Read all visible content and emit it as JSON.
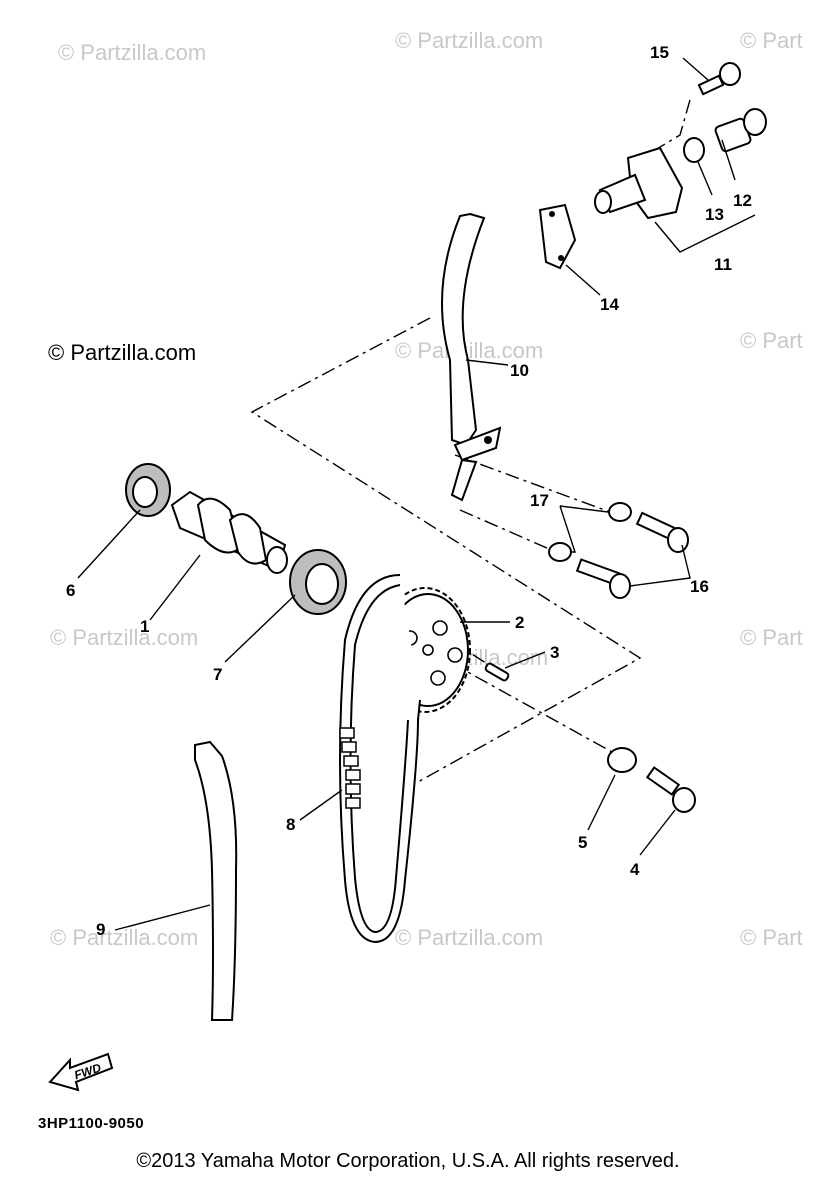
{
  "watermark": "© Partzilla.com",
  "watermark_cut": "© Part",
  "diagram_code": "3HP1100-9050",
  "fwd_label": "FWD",
  "copyright": "©2013  Yamaha Motor Corporation, U.S.A. All rights reserved.",
  "callouts": {
    "p1": "1",
    "p2": "2",
    "p3": "3",
    "p4": "4",
    "p5": "5",
    "p6": "6",
    "p7": "7",
    "p8": "8",
    "p9": "9",
    "p10": "10",
    "p11": "11",
    "p12": "12",
    "p13": "13",
    "p14": "14",
    "p15": "15",
    "p16": "16",
    "p17": "17"
  }
}
